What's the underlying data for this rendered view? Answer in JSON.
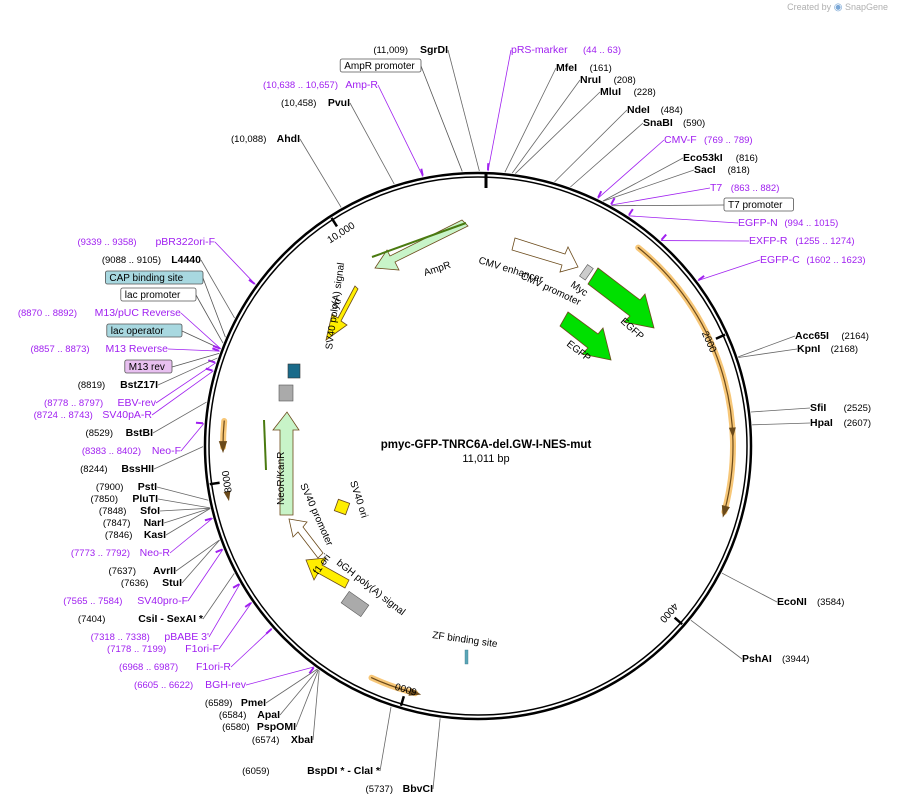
{
  "credit": {
    "prefix": "Created by",
    "brand": "SnapGene"
  },
  "plasmid": {
    "name": "pmyc-GFP-TNRC6A-del.GW-I-NES-mut",
    "length": "11,011 bp",
    "total_bp": 11011
  },
  "colors": {
    "site": "#000000",
    "primer": "#a020f0",
    "feature_fill_green": "#00e000",
    "feature_fill_light": "#c8f4c8",
    "feature_fill_yellow": "#ffee00",
    "orf_highlight": "#f7c778",
    "arrow_stroke": "#6b4a1a"
  },
  "ticks": [
    {
      "pos": 2000,
      "label": "2000"
    },
    {
      "pos": 4000,
      "label": "4000"
    },
    {
      "pos": 6000,
      "label": "6000"
    },
    {
      "pos": 8000,
      "label": "8000"
    },
    {
      "pos": 10000,
      "label": "10,000"
    }
  ],
  "labels": [
    {
      "kind": "site",
      "name": "SgrDI",
      "coord": "(11,009)",
      "pos": 11009
    },
    {
      "kind": "primer",
      "name": "pRS-marker",
      "coord": "(44 .. 63)",
      "pos": 53
    },
    {
      "kind": "site",
      "name": "MfeI",
      "coord": "(161)",
      "pos": 161
    },
    {
      "kind": "site",
      "name": "NruI",
      "coord": "(208)",
      "pos": 208
    },
    {
      "kind": "site",
      "name": "MluI",
      "coord": "(228)",
      "pos": 228
    },
    {
      "kind": "site",
      "name": "NdeI",
      "coord": "(484)",
      "pos": 484
    },
    {
      "kind": "site",
      "name": "SnaBI",
      "coord": "(590)",
      "pos": 590
    },
    {
      "kind": "primer",
      "name": "CMV-F",
      "coord": "(769 .. 789)",
      "pos": 779
    },
    {
      "kind": "site",
      "name": "Eco53kI",
      "coord": "(816)",
      "pos": 816
    },
    {
      "kind": "site",
      "name": "SacI",
      "coord": "(818)",
      "pos": 818
    },
    {
      "kind": "primer",
      "name": "T7",
      "coord": "(863 .. 882)",
      "pos": 872
    },
    {
      "kind": "feature",
      "name": "T7 promoter",
      "coord": "",
      "pos": 880
    },
    {
      "kind": "primer",
      "name": "EGFP-N",
      "coord": "(994 .. 1015)",
      "pos": 1004
    },
    {
      "kind": "primer",
      "name": "EXFP-R",
      "coord": "(1255 .. 1274)",
      "pos": 1264
    },
    {
      "kind": "primer",
      "name": "EGFP-C",
      "coord": "(1602 .. 1623)",
      "pos": 1612
    },
    {
      "kind": "site",
      "name": "Acc65I",
      "coord": "(2164)",
      "pos": 2164
    },
    {
      "kind": "site",
      "name": "KpnI",
      "coord": "(2168)",
      "pos": 2168
    },
    {
      "kind": "site",
      "name": "SfiI",
      "coord": "(2525)",
      "pos": 2525
    },
    {
      "kind": "site",
      "name": "HpaI",
      "coord": "(2607)",
      "pos": 2607
    },
    {
      "kind": "site",
      "name": "EcoNI",
      "coord": "(3584)",
      "pos": 3584
    },
    {
      "kind": "site",
      "name": "PshAI",
      "coord": "(3944)",
      "pos": 3944
    },
    {
      "kind": "site",
      "name": "BbvCI",
      "coord": "(5737)",
      "pos": 5737
    },
    {
      "kind": "site",
      "name": "BspDI * - ClaI *",
      "coord": "(6059)",
      "pos": 6059
    },
    {
      "kind": "site",
      "name": "XbaI",
      "coord": "(6574)",
      "pos": 6574
    },
    {
      "kind": "site",
      "name": "PspOMI",
      "coord": "(6580)",
      "pos": 6580
    },
    {
      "kind": "site",
      "name": "ApaI",
      "coord": "(6584)",
      "pos": 6584
    },
    {
      "kind": "site",
      "name": "PmeI",
      "coord": "(6589)",
      "pos": 6589
    },
    {
      "kind": "primer",
      "name": "BGH-rev",
      "coord": "(6605 .. 6622)",
      "pos": 6613
    },
    {
      "kind": "primer",
      "name": "F1ori-R",
      "coord": "(6968 .. 6987)",
      "pos": 6977
    },
    {
      "kind": "primer",
      "name": "F1ori-F",
      "coord": "(7178 .. 7199)",
      "pos": 7188
    },
    {
      "kind": "primer",
      "name": "pBABE 3'",
      "coord": "(7318 .. 7338)",
      "pos": 7328
    },
    {
      "kind": "site",
      "name": "CsiI - SexAI *",
      "coord": "(7404)",
      "pos": 7404
    },
    {
      "kind": "primer",
      "name": "SV40pro-F",
      "coord": "(7565 .. 7584)",
      "pos": 7574
    },
    {
      "kind": "site",
      "name": "StuI",
      "coord": "(7636)",
      "pos": 7636
    },
    {
      "kind": "site",
      "name": "AvrII",
      "coord": "(7637)",
      "pos": 7637
    },
    {
      "kind": "primer",
      "name": "Neo-R",
      "coord": "(7773 .. 7792)",
      "pos": 7782
    },
    {
      "kind": "site",
      "name": "KasI",
      "coord": "(7846)",
      "pos": 7846
    },
    {
      "kind": "site",
      "name": "NarI",
      "coord": "(7847)",
      "pos": 7847
    },
    {
      "kind": "site",
      "name": "SfoI",
      "coord": "(7848)",
      "pos": 7848
    },
    {
      "kind": "site",
      "name": "PluTI",
      "coord": "(7850)",
      "pos": 7850
    },
    {
      "kind": "site",
      "name": "PstI",
      "coord": "(7900)",
      "pos": 7900
    },
    {
      "kind": "site",
      "name": "BssHII",
      "coord": "(8244)",
      "pos": 8244
    },
    {
      "kind": "primer",
      "name": "Neo-F",
      "coord": "(8383 .. 8402)",
      "pos": 8392
    },
    {
      "kind": "site",
      "name": "BstBI",
      "coord": "(8529)",
      "pos": 8529
    },
    {
      "kind": "primer",
      "name": "SV40pA-R",
      "coord": "(8724 .. 8743)",
      "pos": 8733
    },
    {
      "kind": "primer",
      "name": "EBV-rev",
      "coord": "(8778 .. 8797)",
      "pos": 8787
    },
    {
      "kind": "site",
      "name": "BstZ17I",
      "coord": "(8819)",
      "pos": 8819
    },
    {
      "kind": "feature",
      "name": "M13 rev",
      "coord": "",
      "pos": 8850
    },
    {
      "kind": "primer",
      "name": "M13 Reverse",
      "coord": "(8857 .. 8873)",
      "pos": 8865
    },
    {
      "kind": "feature",
      "name": "lac operator",
      "coord": "",
      "pos": 8880
    },
    {
      "kind": "primer",
      "name": "M13/pUC Reverse",
      "coord": "(8870 .. 8892)",
      "pos": 8881
    },
    {
      "kind": "feature",
      "name": "lac promoter",
      "coord": "",
      "pos": 8920
    },
    {
      "kind": "feature",
      "name": "CAP binding site",
      "coord": "",
      "pos": 8960
    },
    {
      "kind": "site",
      "name": "L4440",
      "coord": "(9088 .. 9105)",
      "pos": 9096
    },
    {
      "kind": "primer",
      "name": "pBR322ori-F",
      "coord": "(9339 .. 9358)",
      "pos": 9348
    },
    {
      "kind": "site",
      "name": "AhdI",
      "coord": "(10,088)",
      "pos": 10088
    },
    {
      "kind": "site",
      "name": "PvuI",
      "coord": "(10,458)",
      "pos": 10458
    },
    {
      "kind": "primer",
      "name": "Amp-R",
      "coord": "(10,638 .. 10,657)",
      "pos": 10647
    },
    {
      "kind": "feature",
      "name": "AmpR promoter",
      "coord": "",
      "pos": 10900
    }
  ],
  "features": [
    {
      "name": "AmpR",
      "type": "light"
    },
    {
      "name": "ori",
      "type": "yellow"
    },
    {
      "name": "CMV enhancer",
      "type": "white"
    },
    {
      "name": "CMV promoter",
      "type": "white"
    },
    {
      "name": "Myc",
      "type": "gray"
    },
    {
      "name": "EGFP",
      "type": "green"
    },
    {
      "name": "EGFP",
      "type": "green"
    },
    {
      "name": "SV40 poly(A) signal",
      "type": "gray"
    },
    {
      "name": "NeoR/KanR",
      "type": "light"
    },
    {
      "name": "SV40 ori",
      "type": "yellow"
    },
    {
      "name": "SV40 promoter",
      "type": "white"
    },
    {
      "name": "f1 ori",
      "type": "yellow"
    },
    {
      "name": "bGH poly(A) signal",
      "type": "gray"
    },
    {
      "name": "ZF binding site",
      "type": "teal"
    }
  ]
}
